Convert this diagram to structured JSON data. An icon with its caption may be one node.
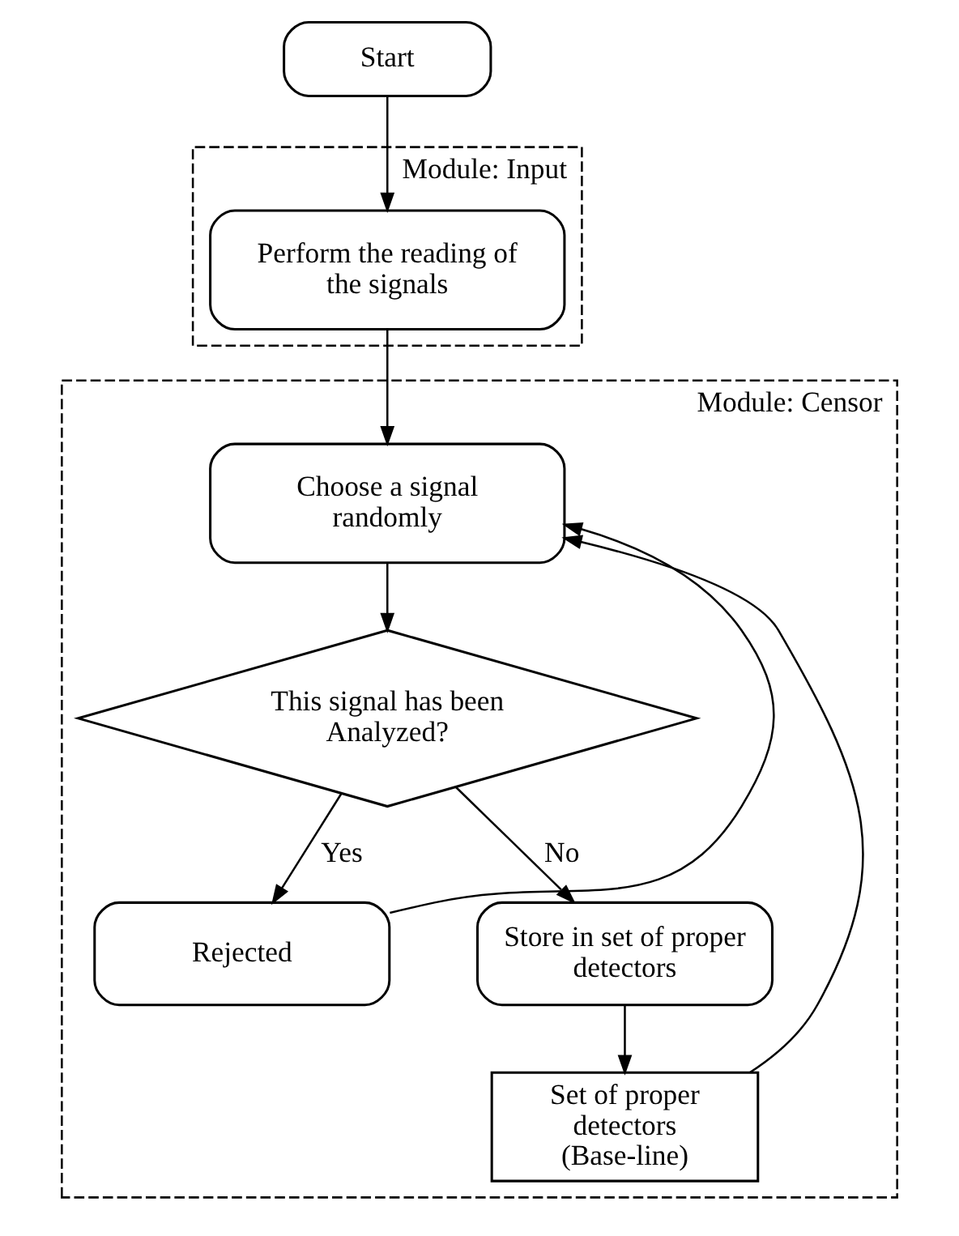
{
  "diagram": {
    "nodes": [
      {
        "text": [
          "Start"
        ]
      },
      {
        "text": [
          "Module: Input"
        ]
      },
      {
        "text": [
          "Perform the reading of the signals"
        ],
        "in": 1
      },
      {
        "text": [
          "Module: Censor"
        ]
      },
      {
        "text": [
          "Choose a signal randomly"
        ],
        "in": 3
      },
      {
        "text": [
          "This signal has been Analyzed?"
        ],
        "in": 3
      },
      {
        "text": [
          "Rejected"
        ],
        "in": 3
      },
      {
        "text": [
          "Store in set of proper detectors"
        ],
        "in": 3
      },
      {
        "text": [
          "Set of proper detectors (Base-line)"
        ],
        "in": 3
      }
    ],
    "edges": [
      {
        "from": 0,
        "to": 2,
        "arrow": "to"
      },
      {
        "from": 2,
        "to": 4,
        "arrow": "to"
      },
      {
        "from": 4,
        "to": 5,
        "arrow": "to"
      },
      {
        "from": 5,
        "to": 6,
        "arrow": "to",
        "label": "Yes"
      },
      {
        "from": 5,
        "to": 7,
        "arrow": "to",
        "label": "No"
      },
      {
        "from": 7,
        "to": 8,
        "arrow": "to"
      },
      {
        "from": 6,
        "to": 4,
        "arrow": "to"
      },
      {
        "from": 8,
        "to": 4,
        "arrow": "to"
      }
    ]
  }
}
